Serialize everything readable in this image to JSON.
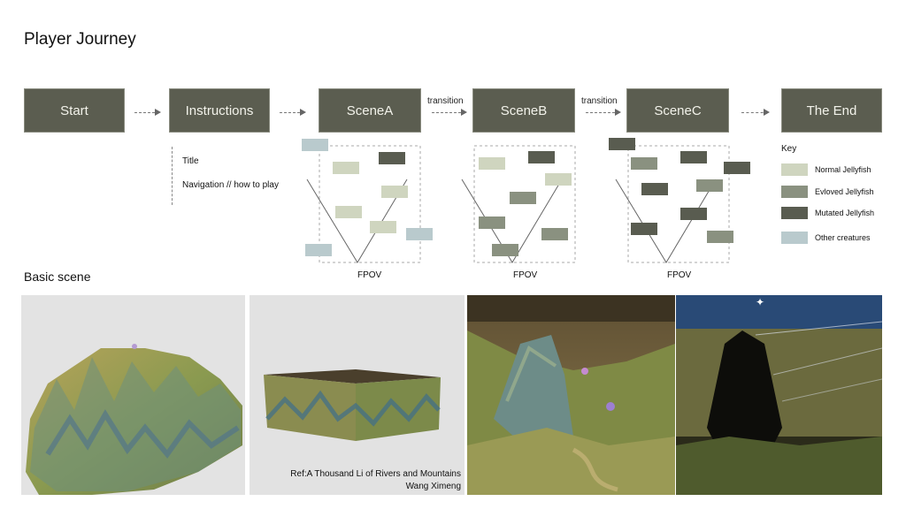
{
  "page": {
    "title": "Player Journey",
    "basic_scene_label": "Basic scene"
  },
  "flow": {
    "steps": [
      "Start",
      "Instructions",
      "SceneA",
      "SceneB",
      "SceneC",
      "The End"
    ],
    "transition_label": "transition",
    "instructions_notes": [
      "Title",
      "Navigation // how to play"
    ],
    "fpov_label": "FPOV"
  },
  "key": {
    "title": "Key",
    "items": [
      {
        "label": "Normal Jellyfish",
        "color": "#cfd5bf"
      },
      {
        "label": "Evloved Jellyfish",
        "color": "#8a9180"
      },
      {
        "label": "Mutated Jellyfish",
        "color": "#595c50"
      },
      {
        "label": "Other creatures",
        "color": "#b9cacd"
      }
    ]
  },
  "reference": {
    "line1": "Ref:A Thousand Li of Rivers and Mountains",
    "line2": "Wang Ximeng"
  }
}
